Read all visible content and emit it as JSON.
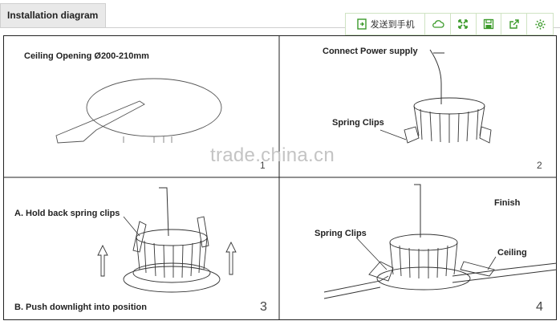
{
  "header": {
    "tab_title": "Installation diagram"
  },
  "toolbar": {
    "send_label": "发送到手机",
    "icons": [
      "send-to-phone-icon",
      "cloud-icon",
      "expand-icon",
      "save-icon",
      "share-icon",
      "settings-icon"
    ],
    "accent": "#3b9a2a"
  },
  "watermark": "trade.china.cn",
  "panels": [
    {
      "labels": [
        "Ceiling Opening Ø200-210mm"
      ],
      "number": "1"
    },
    {
      "labels": [
        "Connect Power supply",
        "Spring Clips"
      ],
      "number": "2"
    },
    {
      "labels": [
        "A. Hold back spring clips",
        "B. Push downlight into position"
      ],
      "number": "3"
    },
    {
      "labels": [
        "Spring Clips",
        "Finish",
        "Ceiling"
      ],
      "number": "4"
    }
  ]
}
